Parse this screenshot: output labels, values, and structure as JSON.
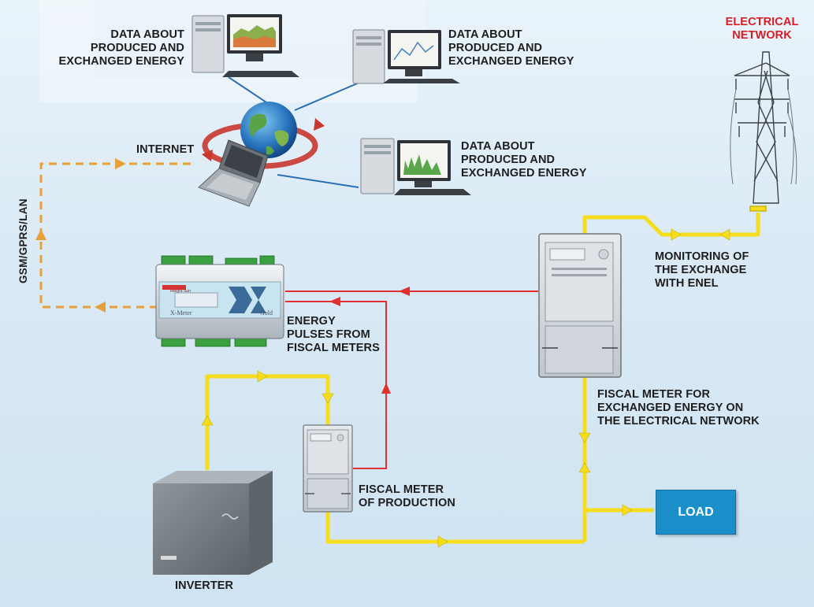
{
  "labels": {
    "pc1_data": "DATA ABOUT\nPRODUCED AND\nEXCHANGED ENERGY",
    "pc2_data": "DATA ABOUT\nPRODUCED AND\nEXCHANGED ENERGY",
    "pc3_data": "DATA ABOUT\nPRODUCED AND\nEXCHANGED ENERGY",
    "internet": "INTERNET",
    "electrical_network": "ELECTRICAL\nNETWORK",
    "gsm": "GSM/GPRS/LAN",
    "monitoring": "MONITORING OF\nTHE EXCHANGE\nWITH ENEL",
    "energy_pulses": "ENERGY\nPULSES FROM\nFISCAL METERS",
    "fiscal_meter_exchanged": "FISCAL METER FOR\nEXCHANGED ENERGY ON\nTHE ELECTRICAL NETWORK",
    "fiscal_meter_production": "FISCAL METER\nOF PRODUCTION",
    "inverter": "INVERTER",
    "load": "LOAD"
  },
  "device": {
    "brand": "Integra Sun",
    "model": "X-Meter",
    "edition": "Gold"
  },
  "colors": {
    "power_line": "#f5dd1e",
    "pulse_line": "#e23030",
    "data_line": "#e8a03a",
    "network_link": "#2a6fb5",
    "load_box": "#1a8fc9",
    "network_label": "#d91c24"
  }
}
